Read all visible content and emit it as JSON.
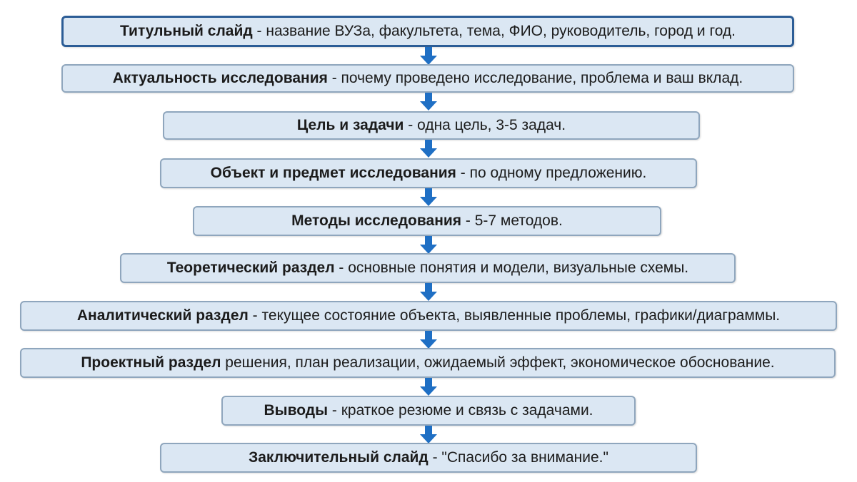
{
  "steps": [
    {
      "title": "Титульный слайд",
      "desc": " - название ВУЗа, факультета, тема, ФИО, руководитель, город и год."
    },
    {
      "title": "Актуальность исследования",
      "desc": " - почему проведено исследование, проблема и ваш вклад."
    },
    {
      "title": "Цель и задачи",
      "desc": " - одна цель, 3-5 задач."
    },
    {
      "title": "Объект и предмет исследования",
      "desc": " - по одному предложению."
    },
    {
      "title": "Методы исследования",
      "desc": " - 5-7 методов."
    },
    {
      "title": "Теоретический раздел",
      "desc": " - основные понятия и модели, визуальные схемы."
    },
    {
      "title": "Аналитический раздел",
      "desc": " - текущее состояние объекта, выявленные проблемы, графики/диаграммы."
    },
    {
      "title": "Проектный раздел",
      "desc": " решения, план реализации, ожидаемый эффект, экономическое обоснование."
    },
    {
      "title": "Выводы",
      "desc": " - краткое резюме и связь с задачами."
    },
    {
      "title": "Заключительный слайд",
      "desc": " - \"Спасибо за внимание.\""
    }
  ],
  "colors": {
    "box_fill": "#dbe7f3",
    "box_border": "#8fa6bd",
    "first_border": "#2c5d96",
    "arrow": "#1f6fc4"
  }
}
